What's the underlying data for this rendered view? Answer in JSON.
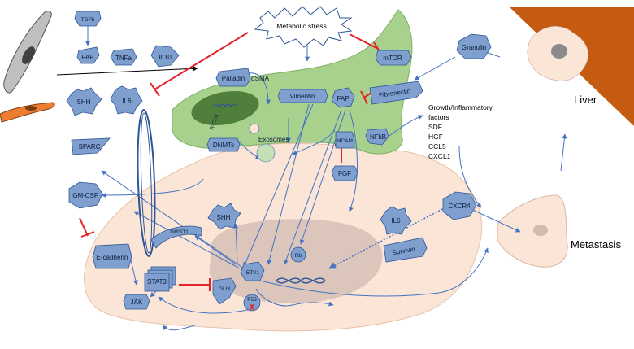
{
  "labels": {
    "tgfb": "TGFb",
    "fap_top": "FAP",
    "tnfa": "TNFa",
    "il10": "IL10",
    "metabolic_stress": "Metabolic stress",
    "mtor": "mTOR",
    "granulin": "Granulin",
    "liver": "Liver",
    "palladin": "Palladin",
    "asma": "αSMA",
    "shh_top": "SHH",
    "il6_top": "IL6",
    "vimentin": "Vimentin",
    "fap_mid": "FAP",
    "fibronectin": "Fibronectin",
    "r_ch3": "R-CH3",
    "exosomes": "Exosomes",
    "dnmts": "DNMTs",
    "mcam": "MCAM",
    "nfkb": "NFkB",
    "fgf": "FGF",
    "sparc": "SPARC",
    "gm_csf": "GM-CSF",
    "shh_mid": "SHH",
    "twist1": "TWIST1",
    "il6_mid": "IL6",
    "cxcr4": "CXCR4",
    "survivin": "Survivin",
    "e_cadherin": "E-cadherin",
    "stat3": "STAT3",
    "jak": "JAK",
    "gli3": "GLI3",
    "etv1": "ETV1",
    "rb": "Rb",
    "p53": "P53",
    "metastasis": "Metastasis"
  },
  "growth_factors": {
    "heading_line1": "Growth/Inflammatory",
    "heading_line2": "factors",
    "items": [
      "SDF",
      "HGF",
      "CCL5",
      "CXCL1"
    ]
  },
  "colors": {
    "node_fill": "#7f9fcf",
    "node_stroke": "#2f5597",
    "caf_fill": "#a9d18e",
    "caf_stroke": "#548235",
    "tumor_fill": "#fbe5d6",
    "liver_fill": "#c55a11",
    "inhibit": "#e3242b",
    "arrow": "#4472c4"
  }
}
